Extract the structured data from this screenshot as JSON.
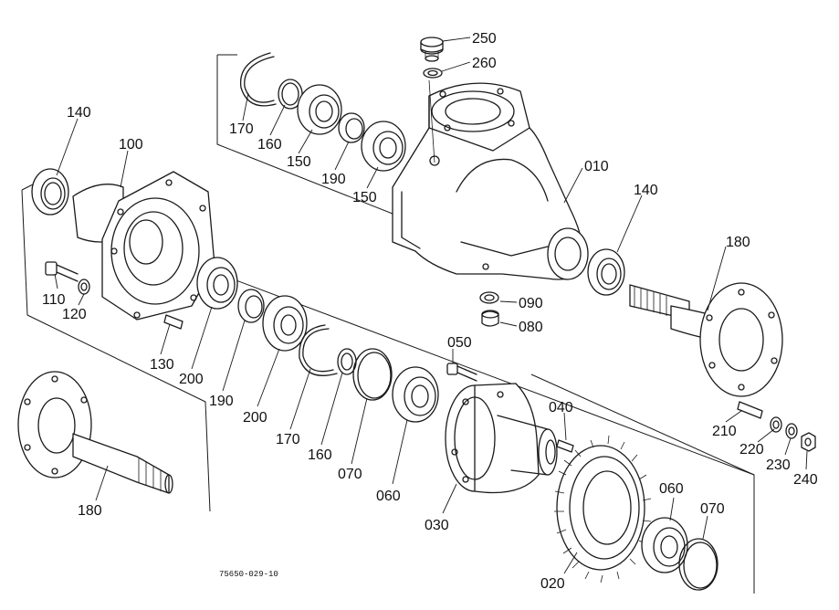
{
  "diagram": {
    "drawing_ref": "75650-029-10",
    "parts": [
      {
        "id": "p250",
        "label": "250"
      },
      {
        "id": "p260",
        "label": "260"
      },
      {
        "id": "p140a",
        "label": "140"
      },
      {
        "id": "p100",
        "label": "100"
      },
      {
        "id": "p170a",
        "label": "170"
      },
      {
        "id": "p160a",
        "label": "160"
      },
      {
        "id": "p150a",
        "label": "150"
      },
      {
        "id": "p190a",
        "label": "190"
      },
      {
        "id": "p150b",
        "label": "150"
      },
      {
        "id": "p010",
        "label": "010"
      },
      {
        "id": "p140b",
        "label": "140"
      },
      {
        "id": "p180a",
        "label": "180"
      },
      {
        "id": "p110",
        "label": "110"
      },
      {
        "id": "p120",
        "label": "120"
      },
      {
        "id": "p090",
        "label": "090"
      },
      {
        "id": "p080",
        "label": "080"
      },
      {
        "id": "p130",
        "label": "130"
      },
      {
        "id": "p200a",
        "label": "200"
      },
      {
        "id": "p190b",
        "label": "190"
      },
      {
        "id": "p200b",
        "label": "200"
      },
      {
        "id": "p050",
        "label": "050"
      },
      {
        "id": "p170b",
        "label": "170"
      },
      {
        "id": "p160b",
        "label": "160"
      },
      {
        "id": "p070a",
        "label": "070"
      },
      {
        "id": "p060a",
        "label": "060"
      },
      {
        "id": "p040",
        "label": "040"
      },
      {
        "id": "p210",
        "label": "210"
      },
      {
        "id": "p220",
        "label": "220"
      },
      {
        "id": "p230",
        "label": "230"
      },
      {
        "id": "p240",
        "label": "240"
      },
      {
        "id": "p180b",
        "label": "180"
      },
      {
        "id": "p030",
        "label": "030"
      },
      {
        "id": "p060b",
        "label": "060"
      },
      {
        "id": "p070b",
        "label": "070"
      },
      {
        "id": "p020",
        "label": "020"
      }
    ]
  }
}
